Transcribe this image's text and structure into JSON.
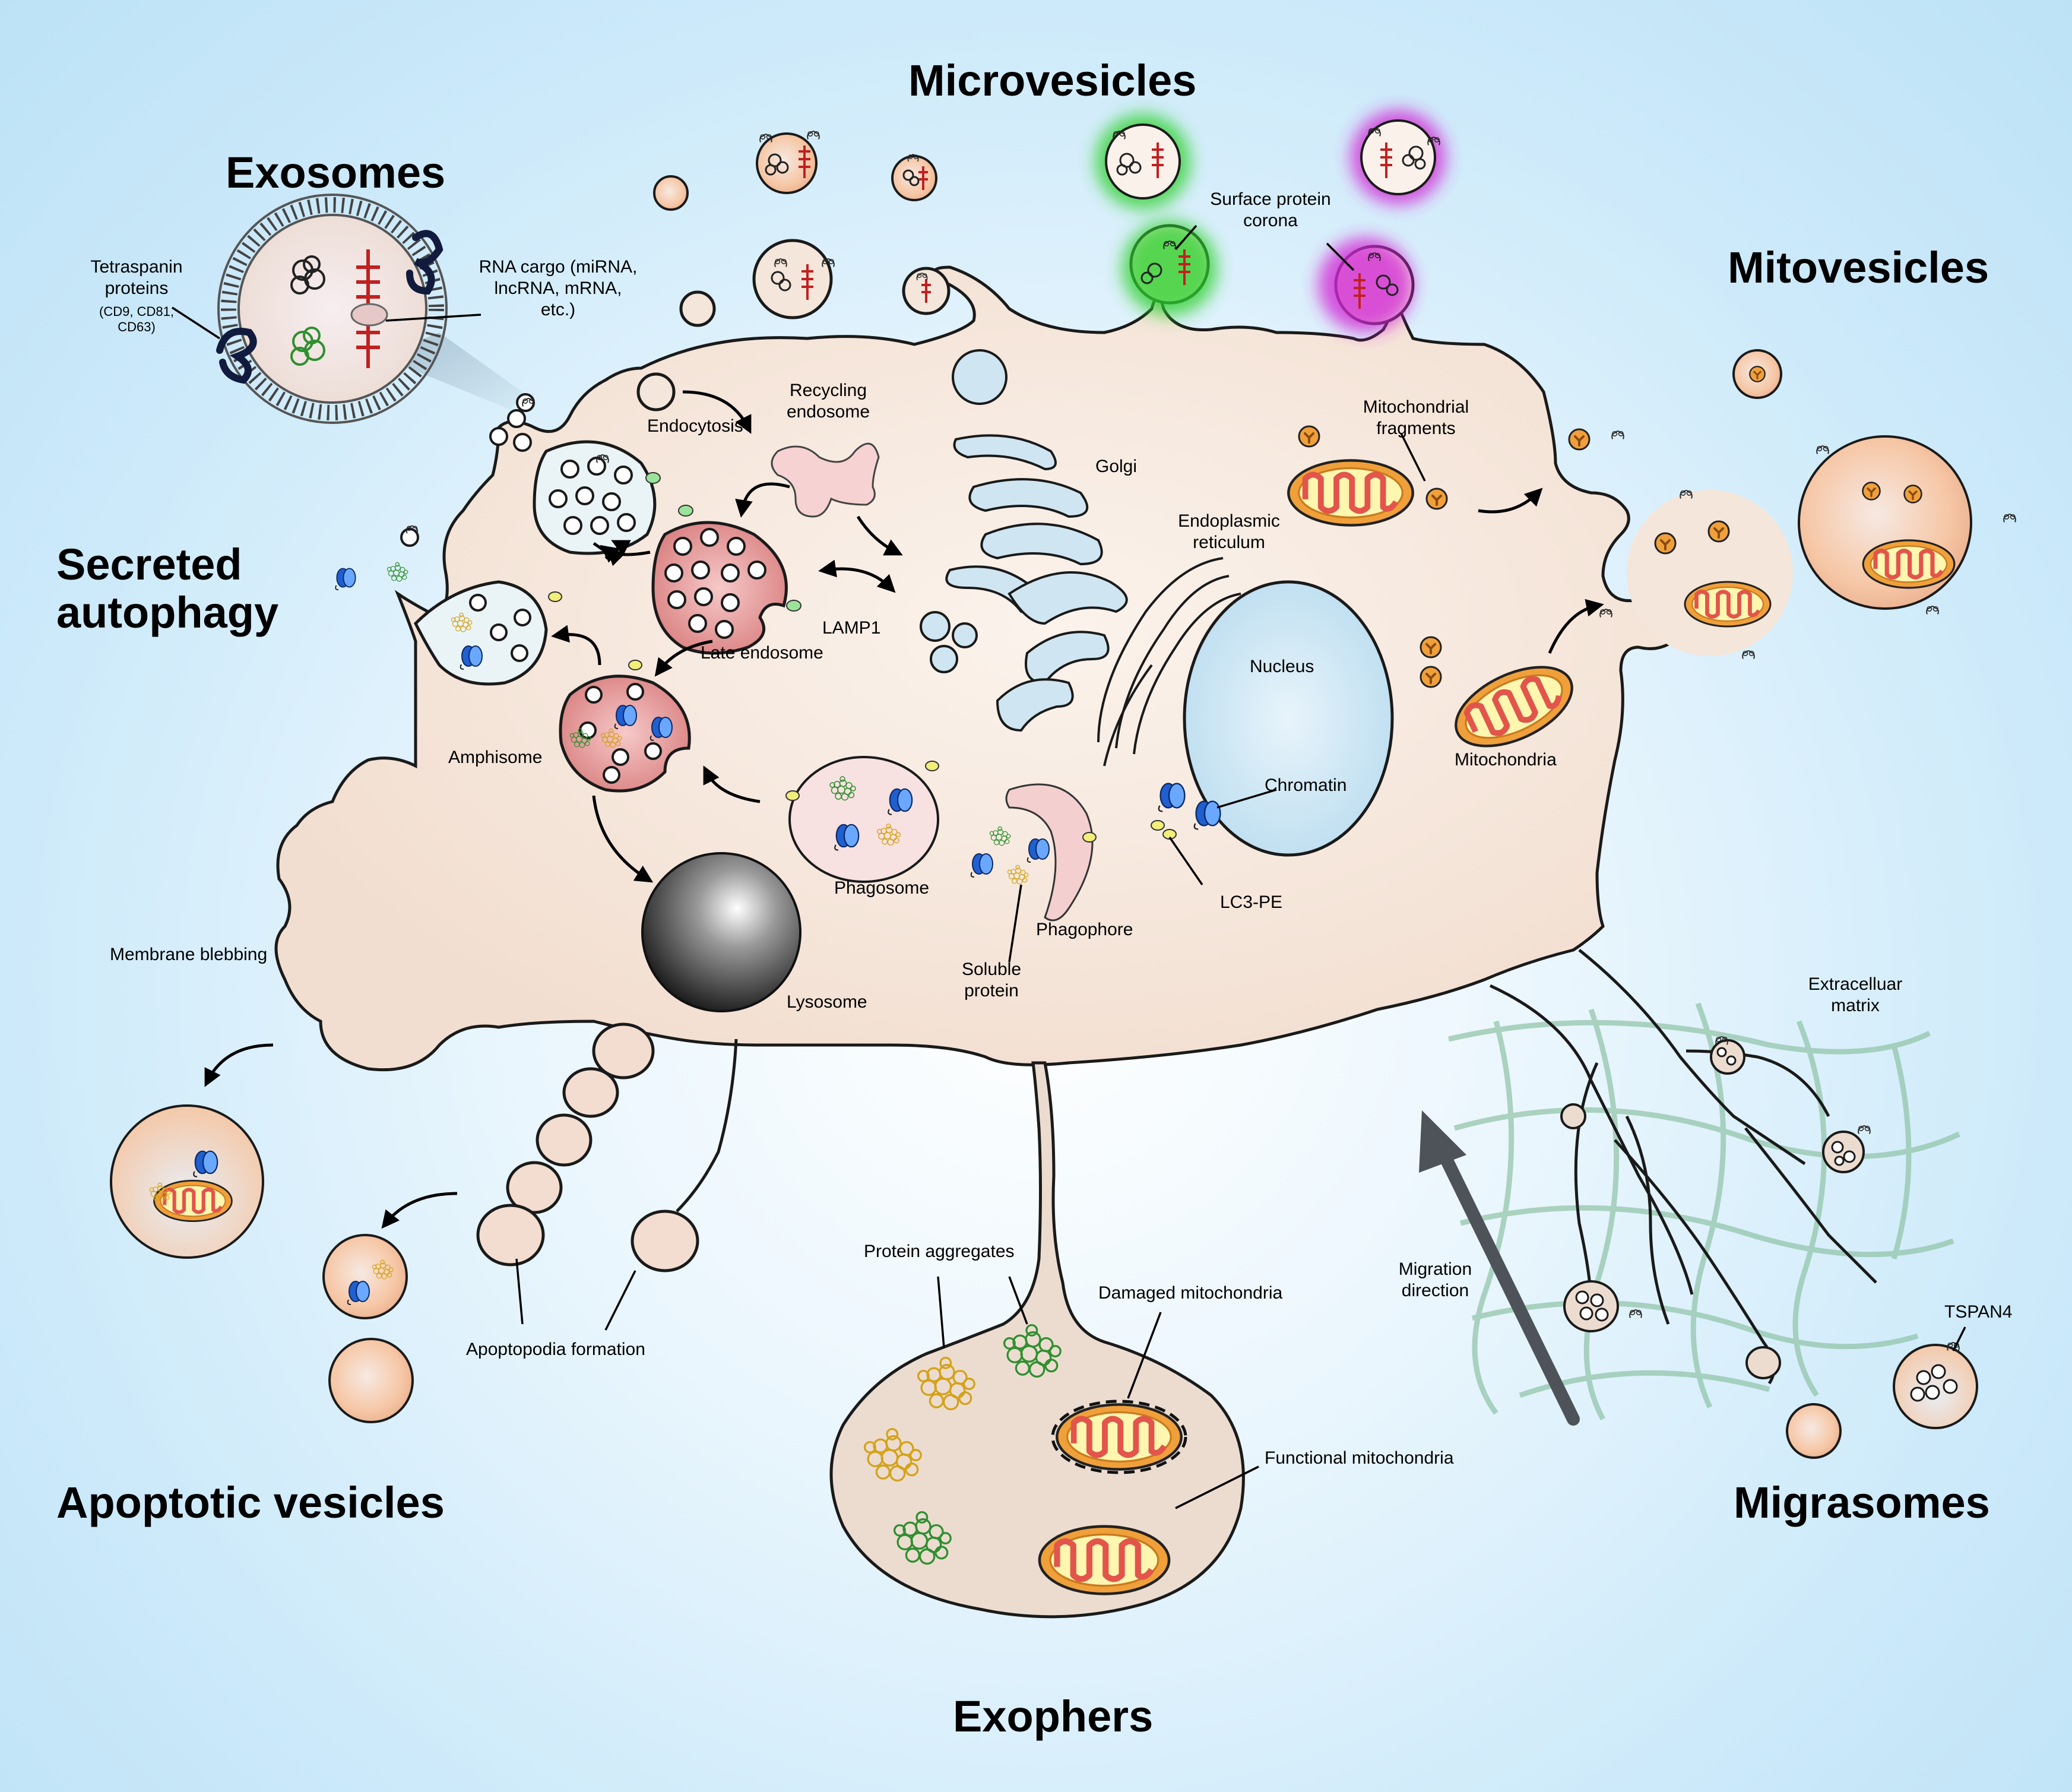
{
  "titles": {
    "microvesicles": "Microvesicles",
    "exosomes": "Exosomes",
    "mitovesicles": "Mitovesicles",
    "secreted_autophagy": "Secreted autophagy",
    "apoptotic_vesicles": "Apoptotic vesicles",
    "exophers": "Exophers",
    "migrasomes": "Migrasomes"
  },
  "labels": {
    "tetraspanin": "Tetraspanin proteins",
    "tetraspanin_list": "(CD9, CD81, CD63)",
    "rna_cargo": "RNA cargo (miRNA, lncRNA, mRNA, etc.)",
    "surface_corona": "Surface protein corona",
    "endocytosis": "Endocytosis",
    "recycling_endosome": "Recycling endosome",
    "golgi": "Golgi",
    "er": "Endoplasmic reticulum",
    "mito_fragments": "Mitochondrial fragments",
    "lamp1": "LAMP1",
    "late_endosome": "Late endosome",
    "nucleus": "Nucleus",
    "amphisome": "Amphisome",
    "chromatin": "Chromatin",
    "mitochondria": "Mitochondria",
    "phagosome": "Phagosome",
    "lc3pe": "LC3-PE",
    "phagophore": "Phagophore",
    "soluble_protein": "Soluble protein",
    "lysosome": "Lysosome",
    "membrane_blebbing": "Membrane blebbing",
    "ecm": "Extracelluar matrix",
    "apoptopodia": "Apoptopodia formation",
    "protein_aggregates": "Protein aggregates",
    "damaged_mito": "Damaged mitochondria",
    "migration": "Migration direction",
    "tspan4": "TSPAN4",
    "functional_mito": "Functional mitochondria"
  },
  "colors": {
    "background": "#cdeafa",
    "cell": "#f4e6da",
    "cell_edge": "#1a1a1a",
    "endosome": "#e49a9a",
    "golgi": "#cfe6f2",
    "nucleus": "#cfe8f7",
    "mito_outer": "#f0a03a",
    "mito_inner": "#fff6b0",
    "cristae": "#e2554b",
    "ecm": "#8fc3a6",
    "green_glow": "#2fd12f",
    "magenta_glow": "#d22ad6",
    "arrow_big": "#4d5358"
  },
  "icons": [
    "tetraspanin-icon",
    "rna-hairpin-icon",
    "protein-aggregate-icon",
    "nucleosome-icon",
    "lc3-icon",
    "mito-fragment-icon",
    "arrow-icon"
  ]
}
